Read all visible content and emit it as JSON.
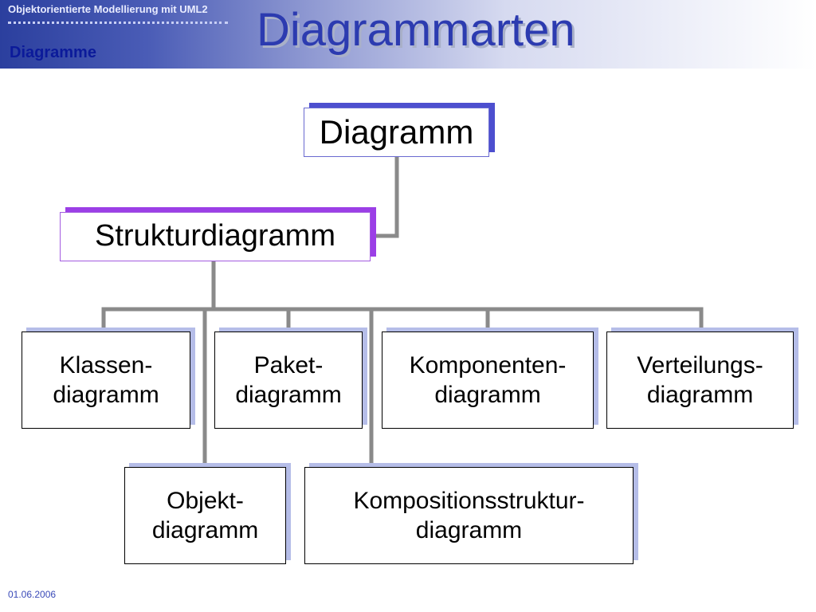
{
  "header": {
    "course_title": "Objektorientierte Modellierung mit UML2",
    "section": "Diagramme",
    "title": "Diagrammarten"
  },
  "diagram": {
    "root": "Diagramm",
    "structure": "Strukturdiagramm",
    "row1": [
      {
        "line1": "Klassen-",
        "line2": "diagramm"
      },
      {
        "line1": "Paket-",
        "line2": "diagramm"
      },
      {
        "line1": "Komponenten-",
        "line2": "diagramm"
      },
      {
        "line1": "Verteilungs-",
        "line2": "diagramm"
      }
    ],
    "row2": [
      {
        "line1": "Objekt-",
        "line2": "diagramm"
      },
      {
        "line1": "Kompositionsstruktur-",
        "line2": "diagramm"
      }
    ]
  },
  "footer": {
    "date": "01.06.2006"
  },
  "colors": {
    "title": "#2c3bb0",
    "connector": "#8a8a8a",
    "root_shadow": "#4d4fcf",
    "structure_shadow": "#9b3fe6",
    "leaf_shadow": "#b5bde8"
  }
}
